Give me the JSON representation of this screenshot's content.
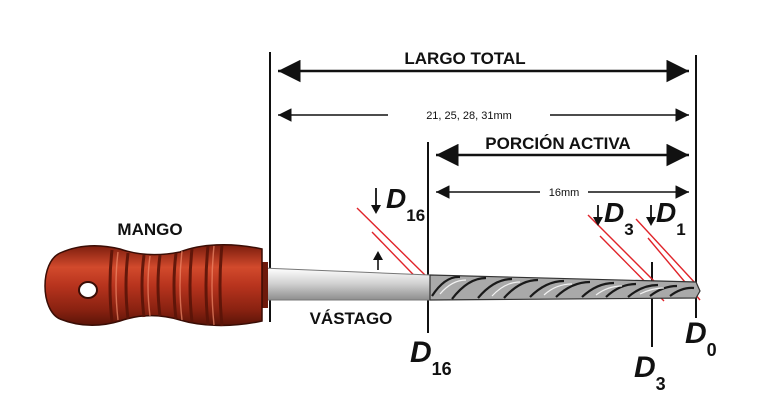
{
  "labels": {
    "largo_total": "LARGO TOTAL",
    "largo_total_values": "21, 25, 28, 31mm",
    "porcion_activa": "PORCIÓN ACTIVA",
    "porcion_activa_value": "16mm",
    "mango": "MANGO",
    "vastago": "VÁSTAGO",
    "d16_top": {
      "letter": "D",
      "sub": "16"
    },
    "d3_top": {
      "letter": "D",
      "sub": "3"
    },
    "d1_top": {
      "letter": "D",
      "sub": "1"
    },
    "d16_bottom": {
      "letter": "D",
      "sub": "16"
    },
    "d3_bottom": {
      "letter": "D",
      "sub": "3"
    },
    "d0_bottom": {
      "letter": "D",
      "sub": "0"
    }
  },
  "colors": {
    "handle_red": "#b8341e",
    "handle_dark": "#6e1a0c",
    "guide_red": "#e0242a",
    "line": "#111111",
    "shaft": "#c9c9c9"
  },
  "icons": [
    "dimension-arrow",
    "down-arrow",
    "up-arrow"
  ]
}
